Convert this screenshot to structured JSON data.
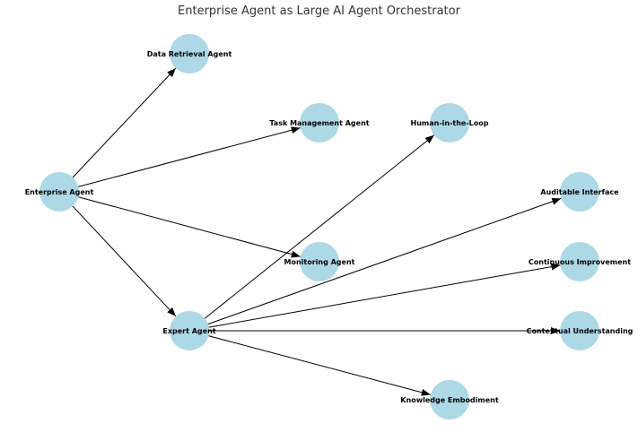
{
  "title": "Enterprise Agent as Large AI Agent Orchestrator",
  "colors": {
    "node_fill": "#add8e6",
    "edge": "#000000",
    "title": "#333333"
  },
  "nodes": [
    {
      "id": "enterprise",
      "label": "Enterprise Agent"
    },
    {
      "id": "data",
      "label": "Data Retrieval Agent"
    },
    {
      "id": "task",
      "label": "Task Management Agent"
    },
    {
      "id": "monitor",
      "label": "Monitoring Agent"
    },
    {
      "id": "expert",
      "label": "Expert Agent"
    },
    {
      "id": "human",
      "label": "Human-in-the-Loop"
    },
    {
      "id": "audit",
      "label": "Auditable Interface"
    },
    {
      "id": "improve",
      "label": "Continuous Improvement"
    },
    {
      "id": "context",
      "label": "Contextual Understanding"
    },
    {
      "id": "knowledge",
      "label": "Knowledge Embodiment"
    }
  ],
  "edges": [
    {
      "from": "enterprise",
      "to": "data"
    },
    {
      "from": "enterprise",
      "to": "task"
    },
    {
      "from": "enterprise",
      "to": "monitor"
    },
    {
      "from": "enterprise",
      "to": "expert"
    },
    {
      "from": "expert",
      "to": "human"
    },
    {
      "from": "expert",
      "to": "audit"
    },
    {
      "from": "expert",
      "to": "improve"
    },
    {
      "from": "expert",
      "to": "context"
    },
    {
      "from": "expert",
      "to": "knowledge"
    }
  ]
}
